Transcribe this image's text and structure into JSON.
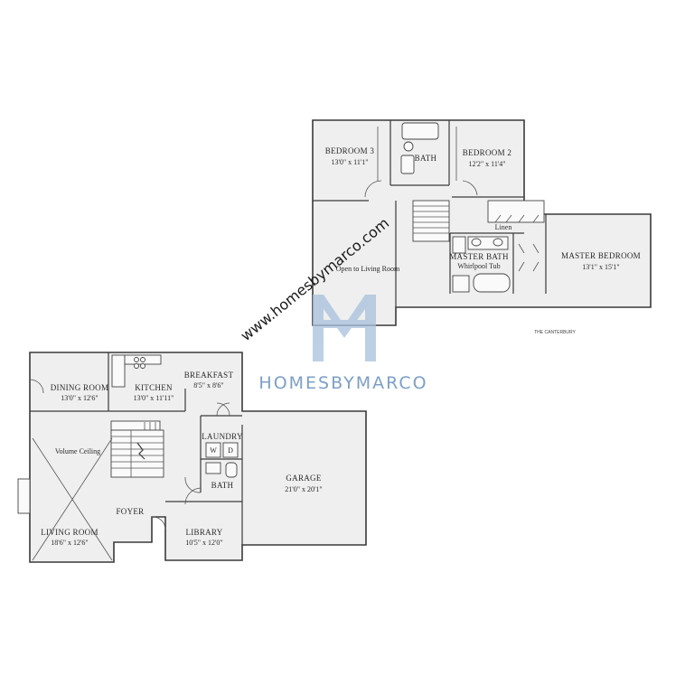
{
  "upper_floor": {
    "bedroom3": {
      "name": "BEDROOM 3",
      "dims": "13'0\" x 11'1\""
    },
    "bath": {
      "name": "BATH"
    },
    "bedroom2": {
      "name": "BEDROOM 2",
      "dims": "12'2\" x 11'4\""
    },
    "linen": {
      "name": "Linen"
    },
    "open_to_living": {
      "name": "Open to Living Room"
    },
    "master_bath": {
      "name": "MASTER BATH",
      "sub": "Whirlpool Tub"
    },
    "master_bedroom": {
      "name": "MASTER BEDROOM",
      "dims": "13'1\" x 15'1\""
    },
    "plan_name": "THE CANTERBURY"
  },
  "main_floor": {
    "dining": {
      "name": "DINING ROOM",
      "dims": "13'0\" x 12'6\""
    },
    "kitchen": {
      "name": "KITCHEN",
      "dims": "13'0\" x 11'11\""
    },
    "breakfast": {
      "name": "BREAKFAST",
      "dims": "8'5\" x 8'6\""
    },
    "laundry": {
      "name": "LAUNDRY",
      "washer": "W",
      "dryer": "D"
    },
    "volume": {
      "name": "Volume Ceiling"
    },
    "bath": {
      "name": "BATH"
    },
    "garage": {
      "name": "GARAGE",
      "dims": "21'0\" x 20'1\""
    },
    "foyer": {
      "name": "FOYER"
    },
    "living": {
      "name": "LIVING ROOM",
      "dims": "18'6\" x 12'6\""
    },
    "library": {
      "name": "LIBRARY",
      "dims": "10'5\" x 12'0\""
    }
  },
  "watermark": {
    "site": "www.homesbymarco.com",
    "brand": "HOMESBYMARCO",
    "brand_color": "#7d9fc7"
  }
}
